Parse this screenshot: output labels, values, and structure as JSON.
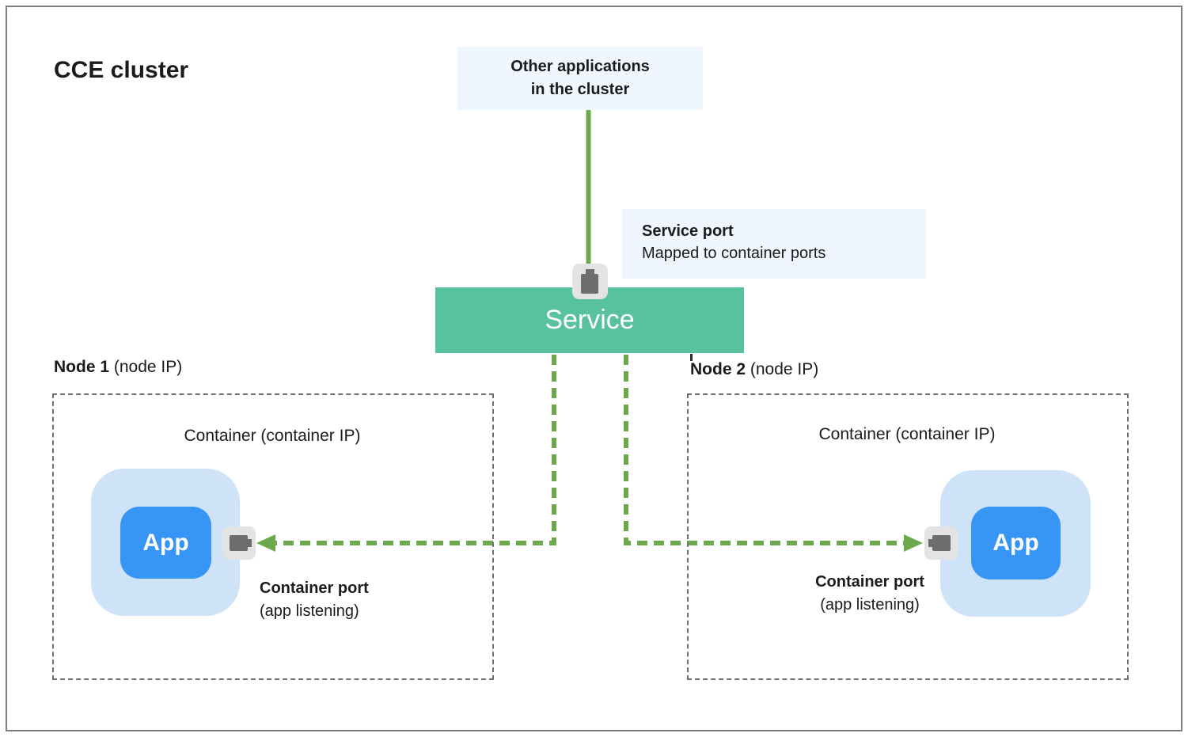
{
  "colors": {
    "green": "#6CA94D",
    "service_bg": "#58C1A0",
    "app_bg": "#3795F6",
    "container_bg": "#CFE3F8",
    "label_bg": "#EFF6FD",
    "port_bg": "#E3E3E3",
    "port_glyph": "#6D6D6D",
    "node_border": "#6F6F6F",
    "outer_border": "#7D7D7D",
    "text": "#1B1B1B"
  },
  "cluster": {
    "title": "CCE cluster"
  },
  "other_apps": {
    "line1": "Other applications",
    "line2": "in the cluster"
  },
  "service": {
    "label": "Service"
  },
  "service_port": {
    "title": "Service port",
    "subtitle": "Mapped to container ports"
  },
  "nodes": [
    {
      "name": "Node 1",
      "ip_suffix": " (node IP)",
      "container_label": "Container (container IP)",
      "app_label": "App",
      "port_title": "Container port",
      "port_subtitle": "(app listening)"
    },
    {
      "name": "Node 2",
      "ip_suffix": " (node IP)",
      "container_label": "Container (container IP)",
      "app_label": "App",
      "port_title": "Container port",
      "port_subtitle": "(app listening)"
    }
  ]
}
